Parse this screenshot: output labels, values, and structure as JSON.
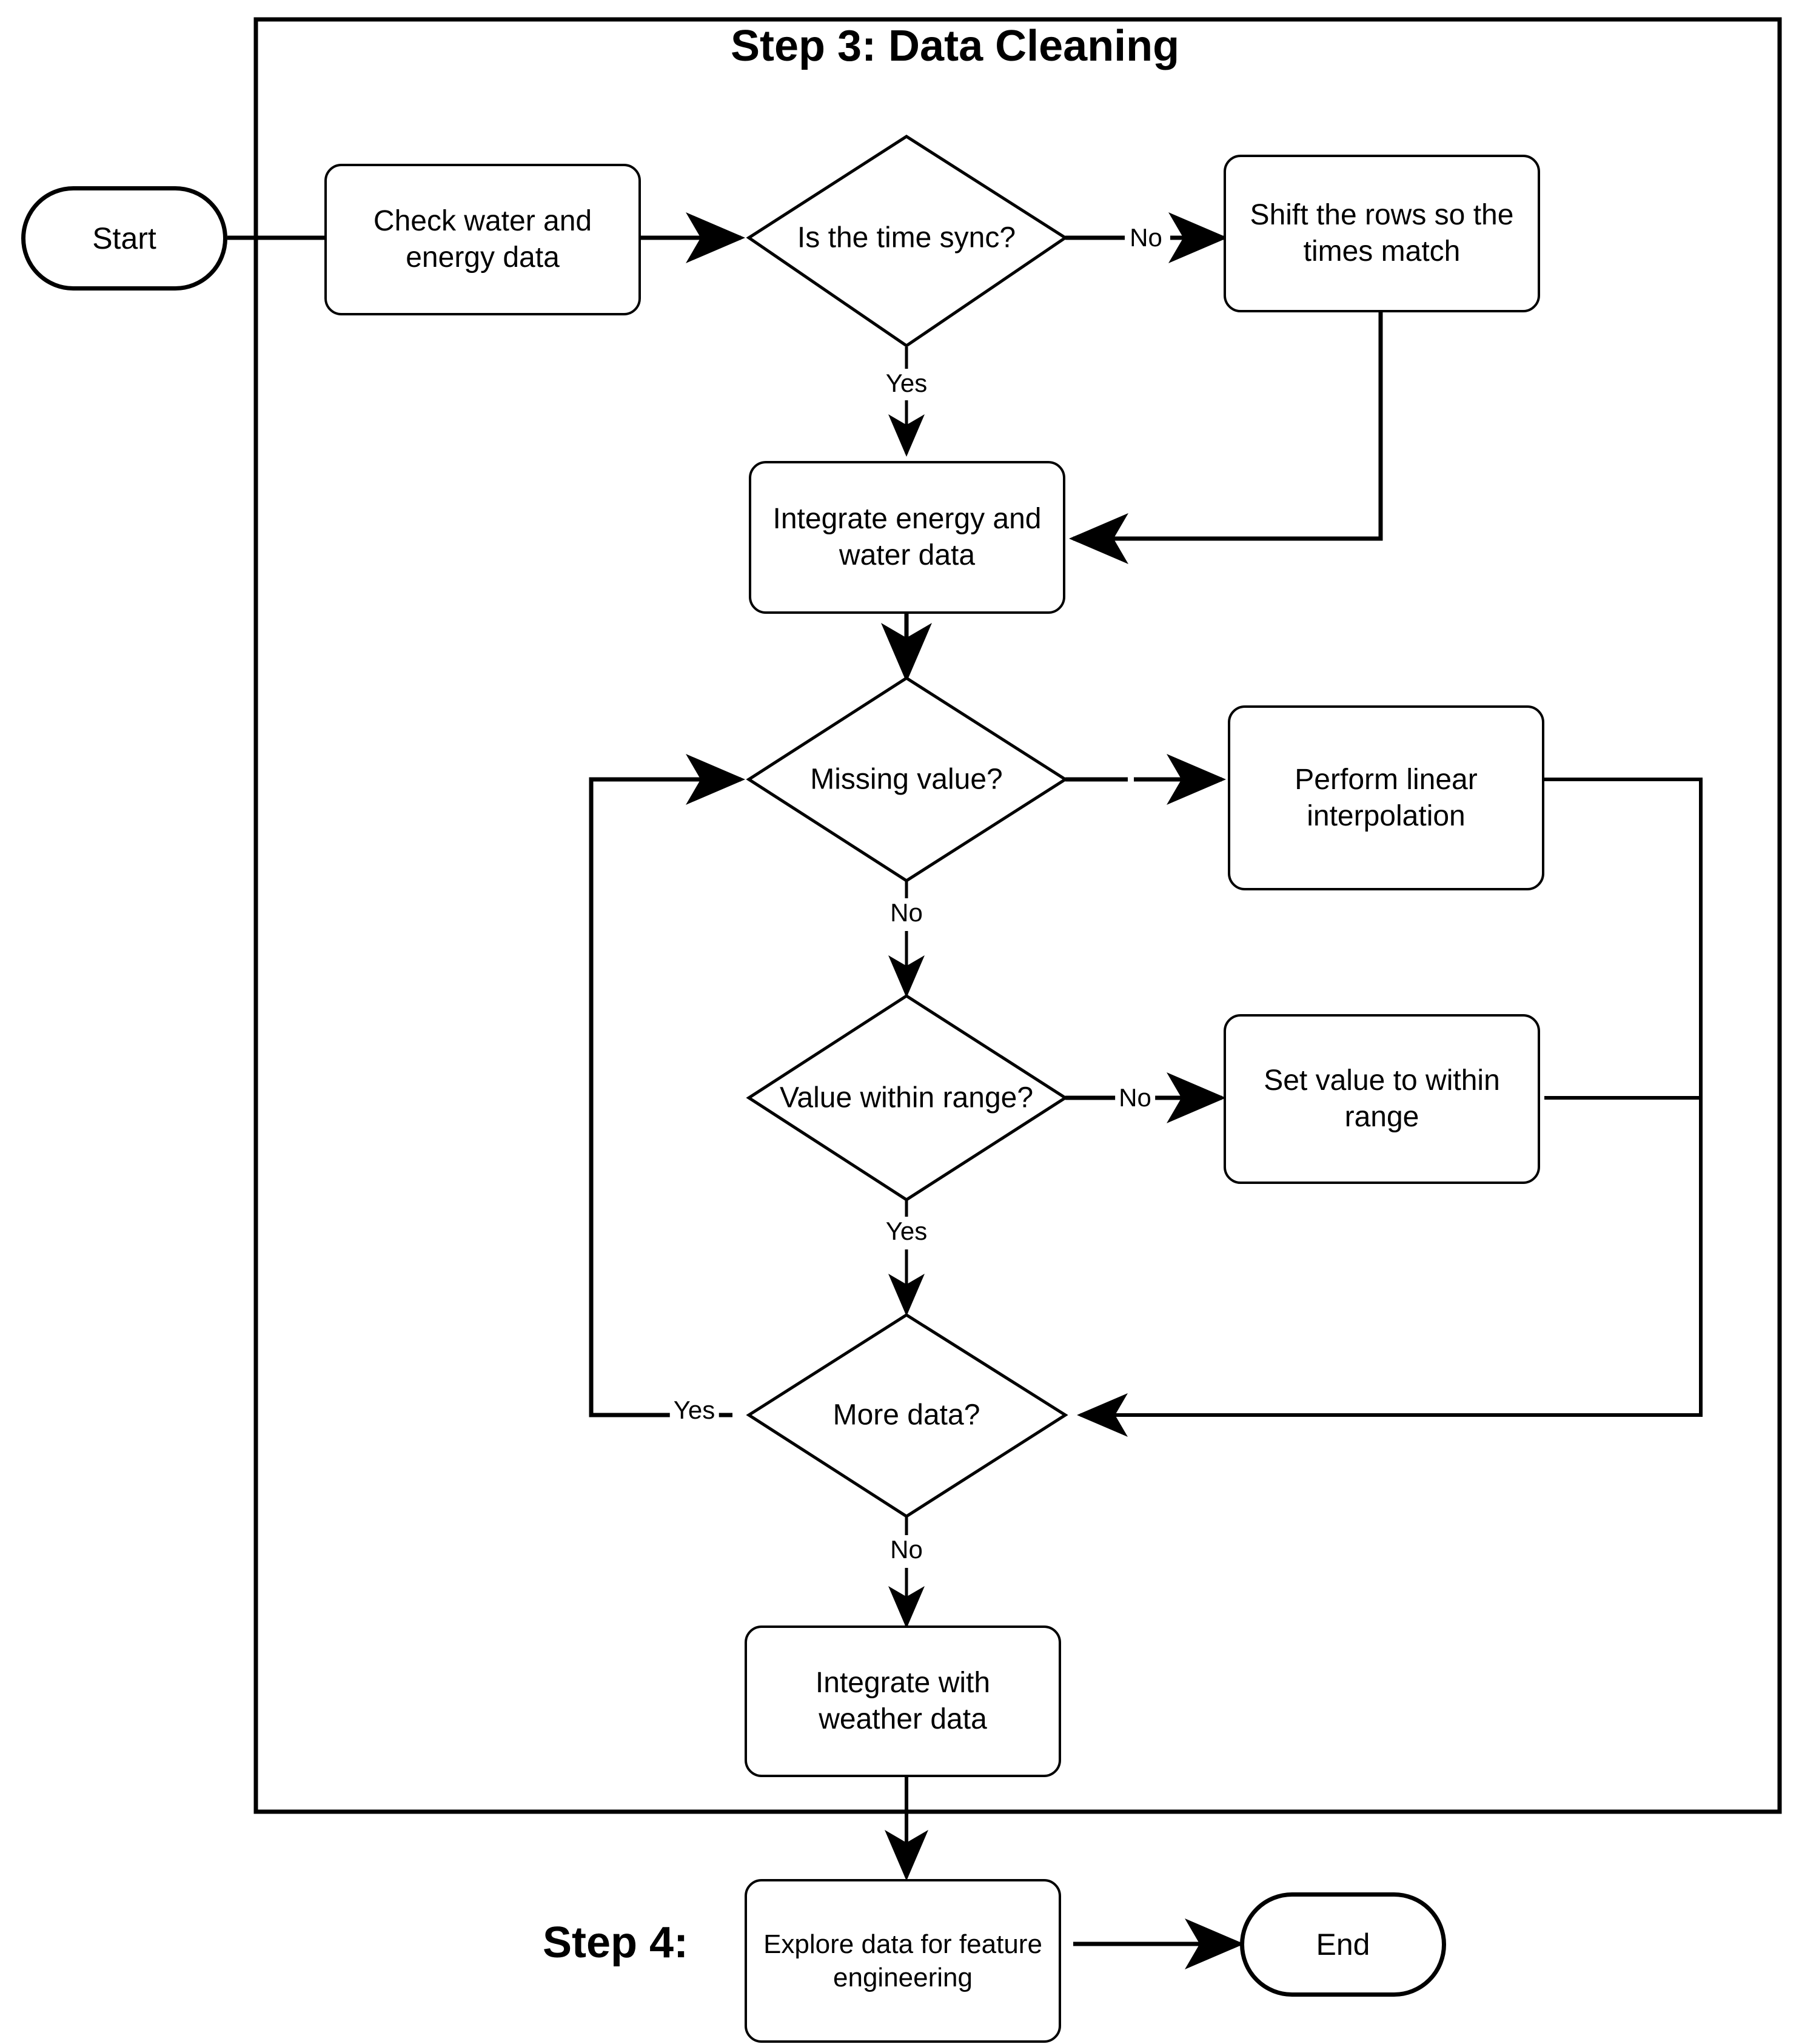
{
  "diagram": {
    "title": "Step 3: Data Cleaning",
    "step4_label": "Step 4:",
    "terminals": {
      "start": "Start",
      "end": "End"
    },
    "processes": {
      "check_data": "Check water and energy data",
      "shift_rows": "Shift the rows so the times match",
      "integrate_energy_water": "Integrate energy and water data",
      "linear_interpolation": "Perform linear interpolation",
      "set_value_range": "Set value to within range",
      "integrate_weather": "Integrate with weather data",
      "explore_data": "Explore data for feature engineering"
    },
    "decisions": {
      "time_sync": "Is the time sync?",
      "missing_value": "Missing value?",
      "value_in_range": "Value within range?",
      "more_data": "More data?"
    },
    "edge_labels": {
      "time_sync_no": "No",
      "time_sync_yes": "Yes",
      "missing_value_no": "No",
      "value_range_no": "No",
      "value_range_yes": "Yes",
      "more_data_yes": "Yes",
      "more_data_no": "No"
    },
    "colors": {
      "stroke": "#000000",
      "background": "#ffffff"
    }
  }
}
